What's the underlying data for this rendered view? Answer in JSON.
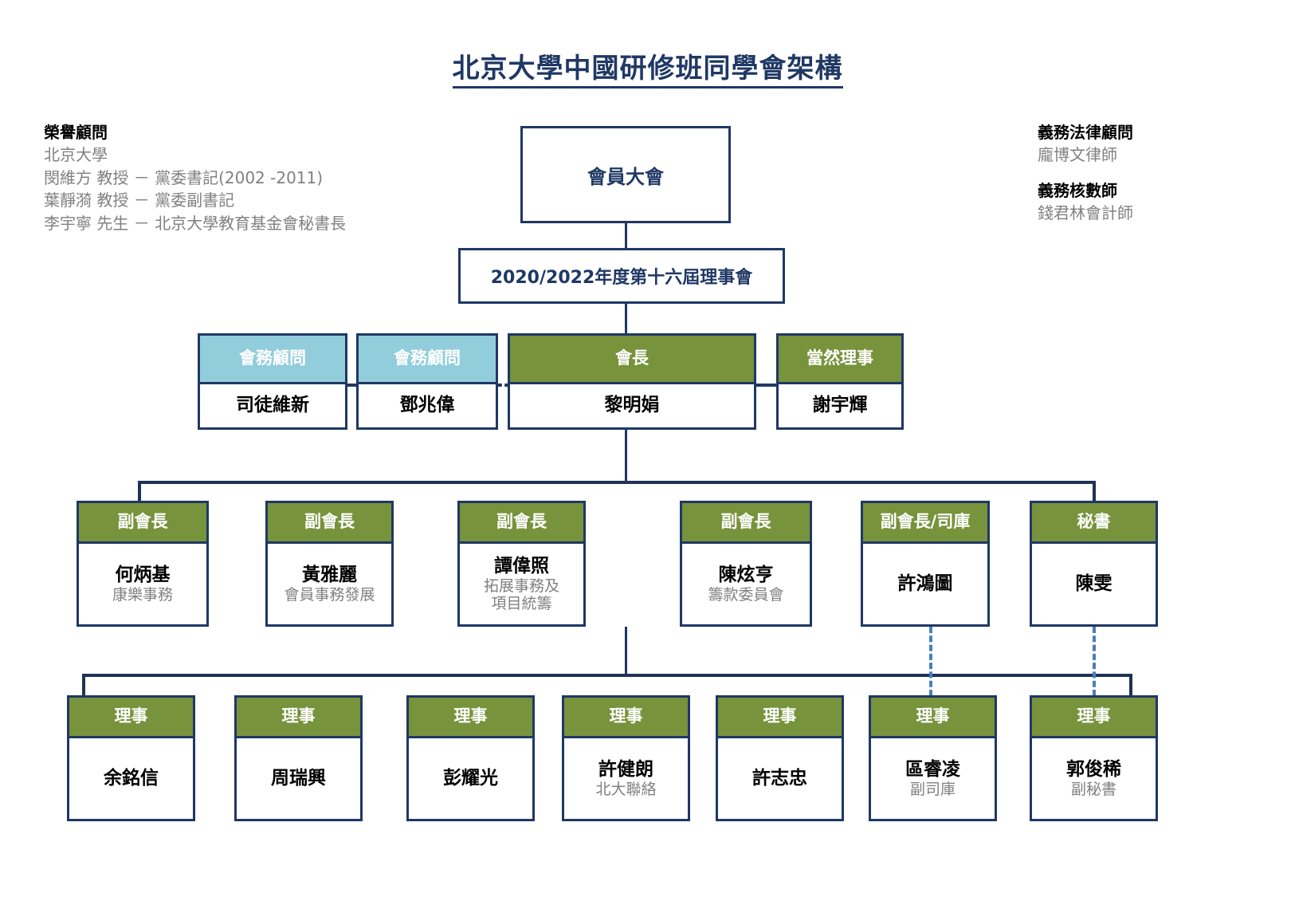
{
  "title": "北京大學中國研修班同學會架構",
  "notes": {
    "left": {
      "heading": "榮譽顧問",
      "lines": [
        "北京大學",
        "閔維方 教授 － 黨委書記(2002 -2011)",
        "葉靜漪 教授 － 黨委副書記",
        "李宇寧 先生 － 北京大學教育基金會秘書長"
      ]
    },
    "right": [
      {
        "heading": "義務法律顧問",
        "lines": [
          "龐博文律師"
        ]
      },
      {
        "heading": "義務核數師",
        "lines": [
          "錢君林會計師"
        ]
      }
    ]
  },
  "top": {
    "assembly": "會員大會",
    "board": "2020/2022年度第十六屆理事會"
  },
  "officers": [
    {
      "title": "會務顧問",
      "name": "司徒維新",
      "sub": "",
      "color": "blue"
    },
    {
      "title": "會務顧問",
      "name": "鄧兆偉",
      "sub": "",
      "color": "blue"
    },
    {
      "title": "會長",
      "name": "黎明娟",
      "sub": "",
      "color": "green"
    },
    {
      "title": "當然理事",
      "name": "謝宇輝",
      "sub": "",
      "color": "green"
    }
  ],
  "vice_presidents": [
    {
      "title": "副會長",
      "name": "何炳基",
      "sub": "康樂事務",
      "sub2": ""
    },
    {
      "title": "副會長",
      "name": "黃雅麗",
      "sub": "會員事務發展",
      "sub2": ""
    },
    {
      "title": "副會長",
      "name": "譚偉照",
      "sub": "拓展事務及",
      "sub2": "項目統籌"
    },
    {
      "title": "副會長",
      "name": "陳炫亨",
      "sub": "籌款委員會",
      "sub2": ""
    },
    {
      "title": "副會長/司庫",
      "name": "許鴻圖",
      "sub": "",
      "sub2": ""
    },
    {
      "title": "秘書",
      "name": "陳雯",
      "sub": "",
      "sub2": ""
    }
  ],
  "directors": [
    {
      "title": "理事",
      "name": "余銘信",
      "sub": ""
    },
    {
      "title": "理事",
      "name": "周瑞興",
      "sub": ""
    },
    {
      "title": "理事",
      "name": "彭耀光",
      "sub": ""
    },
    {
      "title": "理事",
      "name": "許健朗",
      "sub": "北大聯絡"
    },
    {
      "title": "理事",
      "name": "許志忠",
      "sub": ""
    },
    {
      "title": "理事",
      "name": "區睿凌",
      "sub": "副司庫"
    },
    {
      "title": "理事",
      "name": "郭俊稀",
      "sub": "副秘書"
    }
  ],
  "colors": {
    "navy": "#1F3864",
    "green": "#77933C",
    "blue": "#92CDDC",
    "gray_text": "#808080",
    "dashed_blue": "#4A7EBB"
  }
}
